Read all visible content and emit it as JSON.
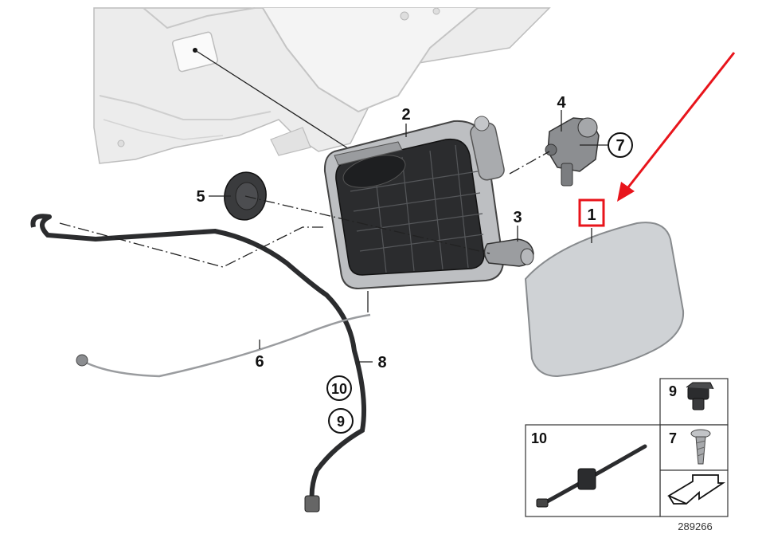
{
  "callouts": {
    "c1": "1",
    "c2": "2",
    "c3": "3",
    "c4": "4",
    "c5": "5",
    "c6": "6",
    "c7": "7",
    "c8": "8",
    "c10": "10",
    "c9": "9"
  },
  "legend": {
    "label_9": "9",
    "label_7": "7",
    "label_10": "10"
  },
  "diagram_number": "289266",
  "colors": {
    "highlight": "#e8141b",
    "ink": "#1a1a1a",
    "body_panel": "#e9e9ea",
    "flap": "#cfd2d5",
    "housing": "#2b2c2e"
  }
}
